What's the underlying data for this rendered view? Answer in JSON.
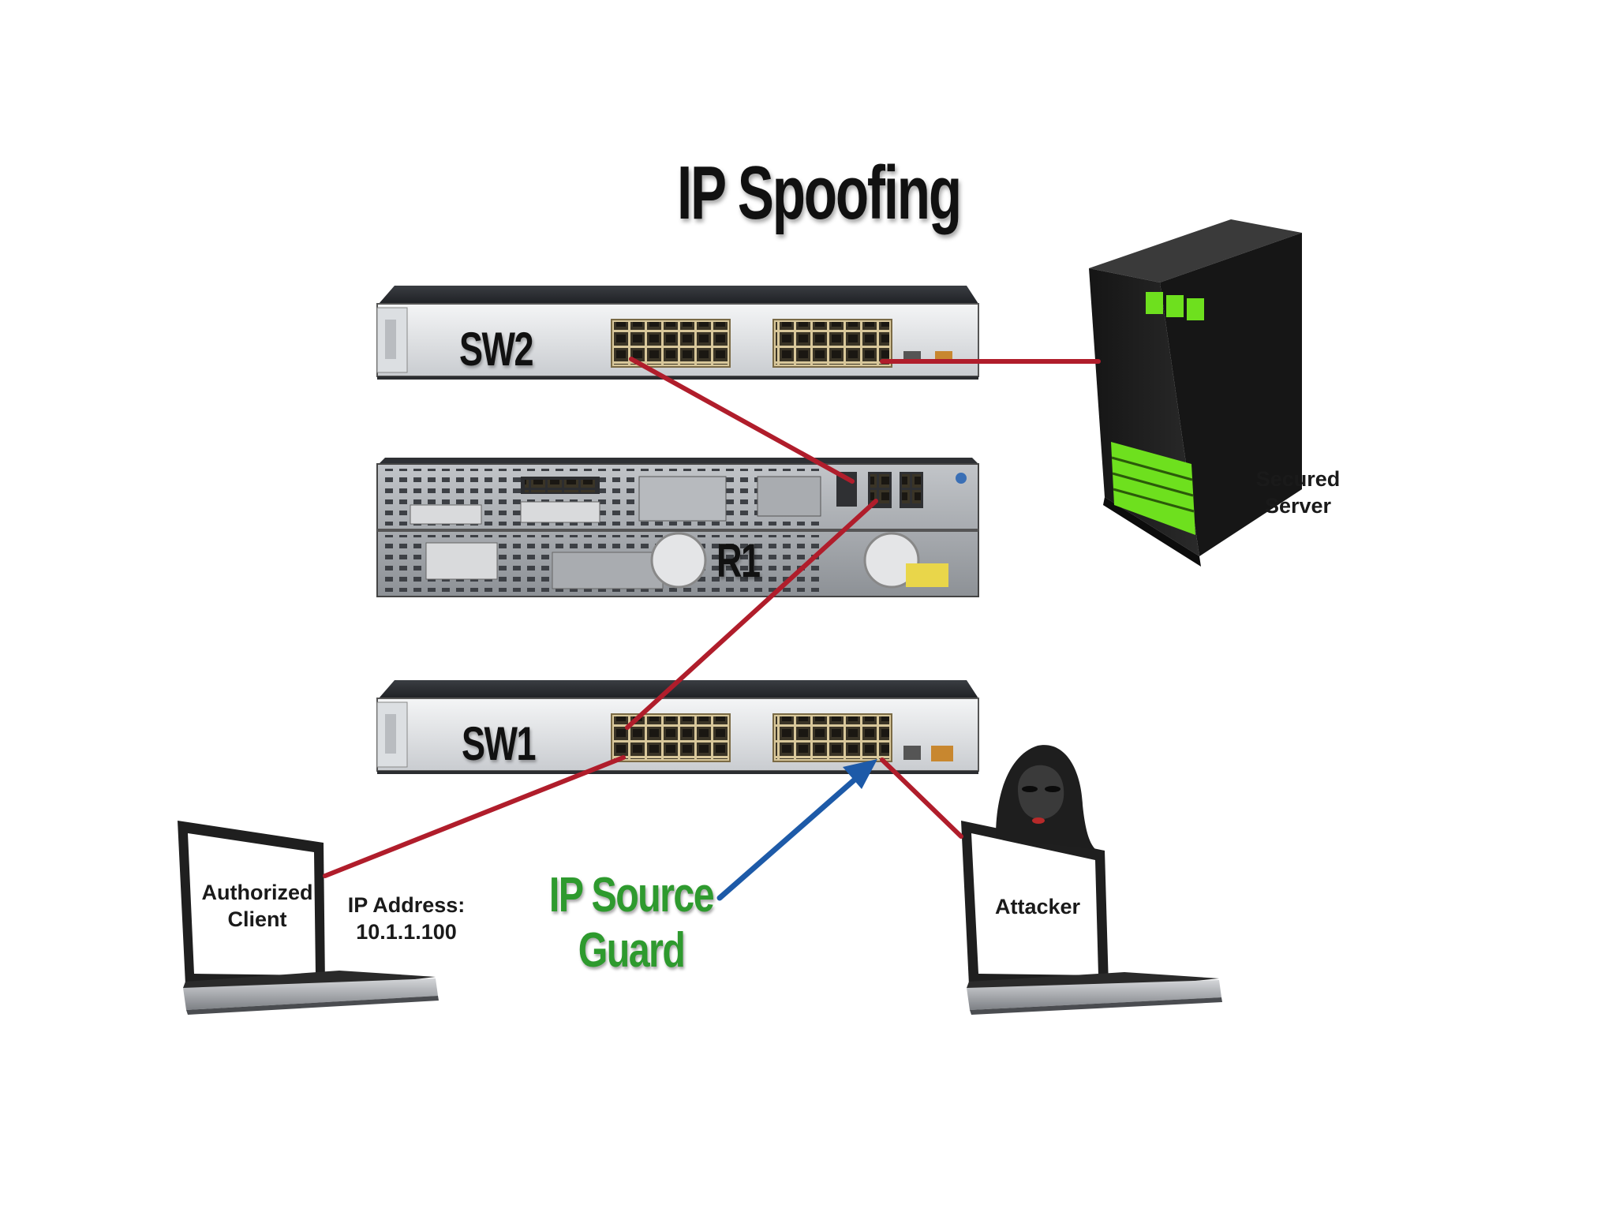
{
  "diagram": {
    "title": "IP Spoofing",
    "devices": {
      "sw2": "SW2",
      "r1": "R1",
      "sw1": "SW1",
      "server": [
        "Secured",
        "Server"
      ],
      "client": [
        "Authorized",
        "Client"
      ],
      "attacker": "Attacker"
    },
    "client_ip": {
      "label": "IP Address:",
      "value": "10.1.1.100"
    },
    "feature": [
      "IP Source",
      "Guard"
    ],
    "colors": {
      "link": "#b01d2b",
      "feature_arrow": "#1d5aa8",
      "feature_text": "#2e9a2e",
      "server_led": "#6ee01e"
    }
  }
}
